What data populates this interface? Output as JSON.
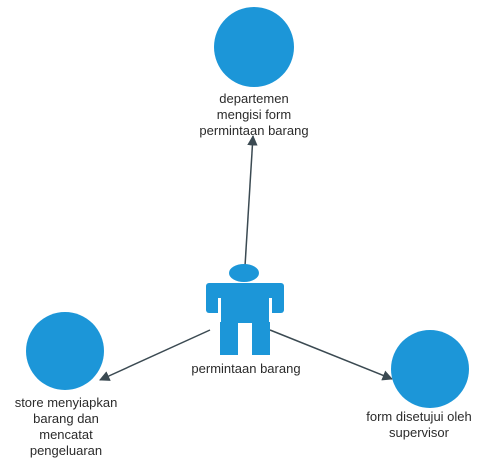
{
  "diagram": {
    "node_color": "#1c96d8",
    "edge_color": "#3b4a52",
    "actor": {
      "label": "permintaan barang",
      "icon": "person-actor-icon"
    },
    "nodes": [
      {
        "id": "top",
        "label_lines": [
          "departemen",
          "mengisi form",
          "permintaan barang"
        ]
      },
      {
        "id": "left",
        "label_lines": [
          "store menyiapkan",
          "barang dan",
          "mencatat",
          "pengeluaran"
        ]
      },
      {
        "id": "right",
        "label_lines": [
          "form disetujui oleh",
          "supervisor"
        ]
      }
    ],
    "edges": [
      {
        "from": "actor",
        "to": "top"
      },
      {
        "from": "actor",
        "to": "left"
      },
      {
        "from": "actor",
        "to": "right"
      }
    ]
  }
}
